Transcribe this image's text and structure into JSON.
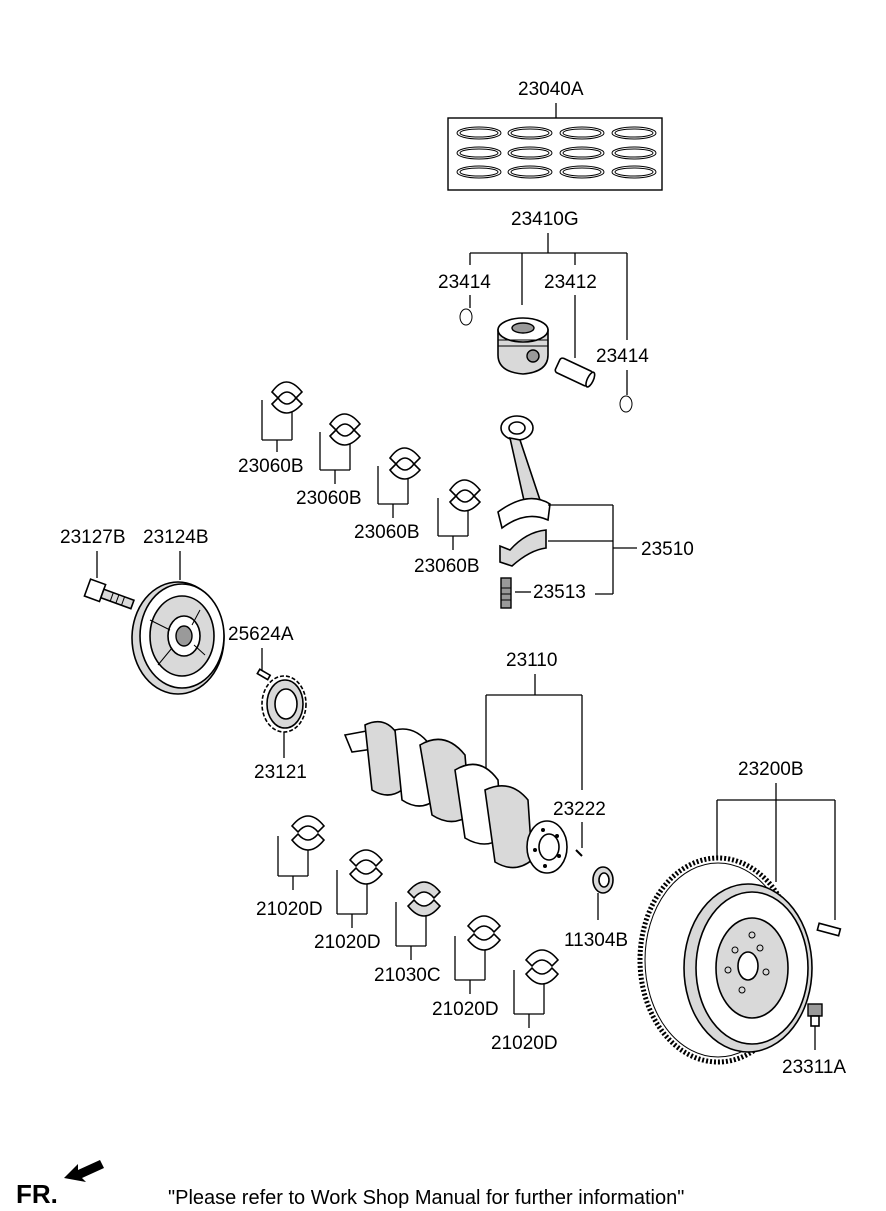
{
  "labels": {
    "rings": "23040A",
    "piston_set": "23410G",
    "snap_ring_left": "23414",
    "piston_pin": "23412",
    "snap_ring_right": "23414",
    "conrod_bearing_1": "23060B",
    "conrod_bearing_2": "23060B",
    "conrod_bearing_3": "23060B",
    "conrod_bearing_4": "23060B",
    "connecting_rod": "23510",
    "conrod_bolt": "23513",
    "pulley_bolt": "23127B",
    "damper_pulley": "23124B",
    "key": "25624A",
    "sprocket": "23121",
    "crankshaft": "23110",
    "pin": "23222",
    "oil_seal": "11304B",
    "flywheel": "23200B",
    "flywheel_bolt": "23311A",
    "main_bearing_1": "21020D",
    "main_bearing_2": "21020D",
    "thrust_bearing": "21030C",
    "main_bearing_3": "21020D",
    "main_bearing_4": "21020D"
  },
  "footer": {
    "front_marker": "FR.",
    "note": "\"Please refer to Work Shop Manual for further information\""
  },
  "colors": {
    "line": "#000000",
    "background": "#ffffff",
    "part_fill": "#d9d9d9"
  },
  "icons": {
    "front_arrow": "arrow-icon"
  }
}
